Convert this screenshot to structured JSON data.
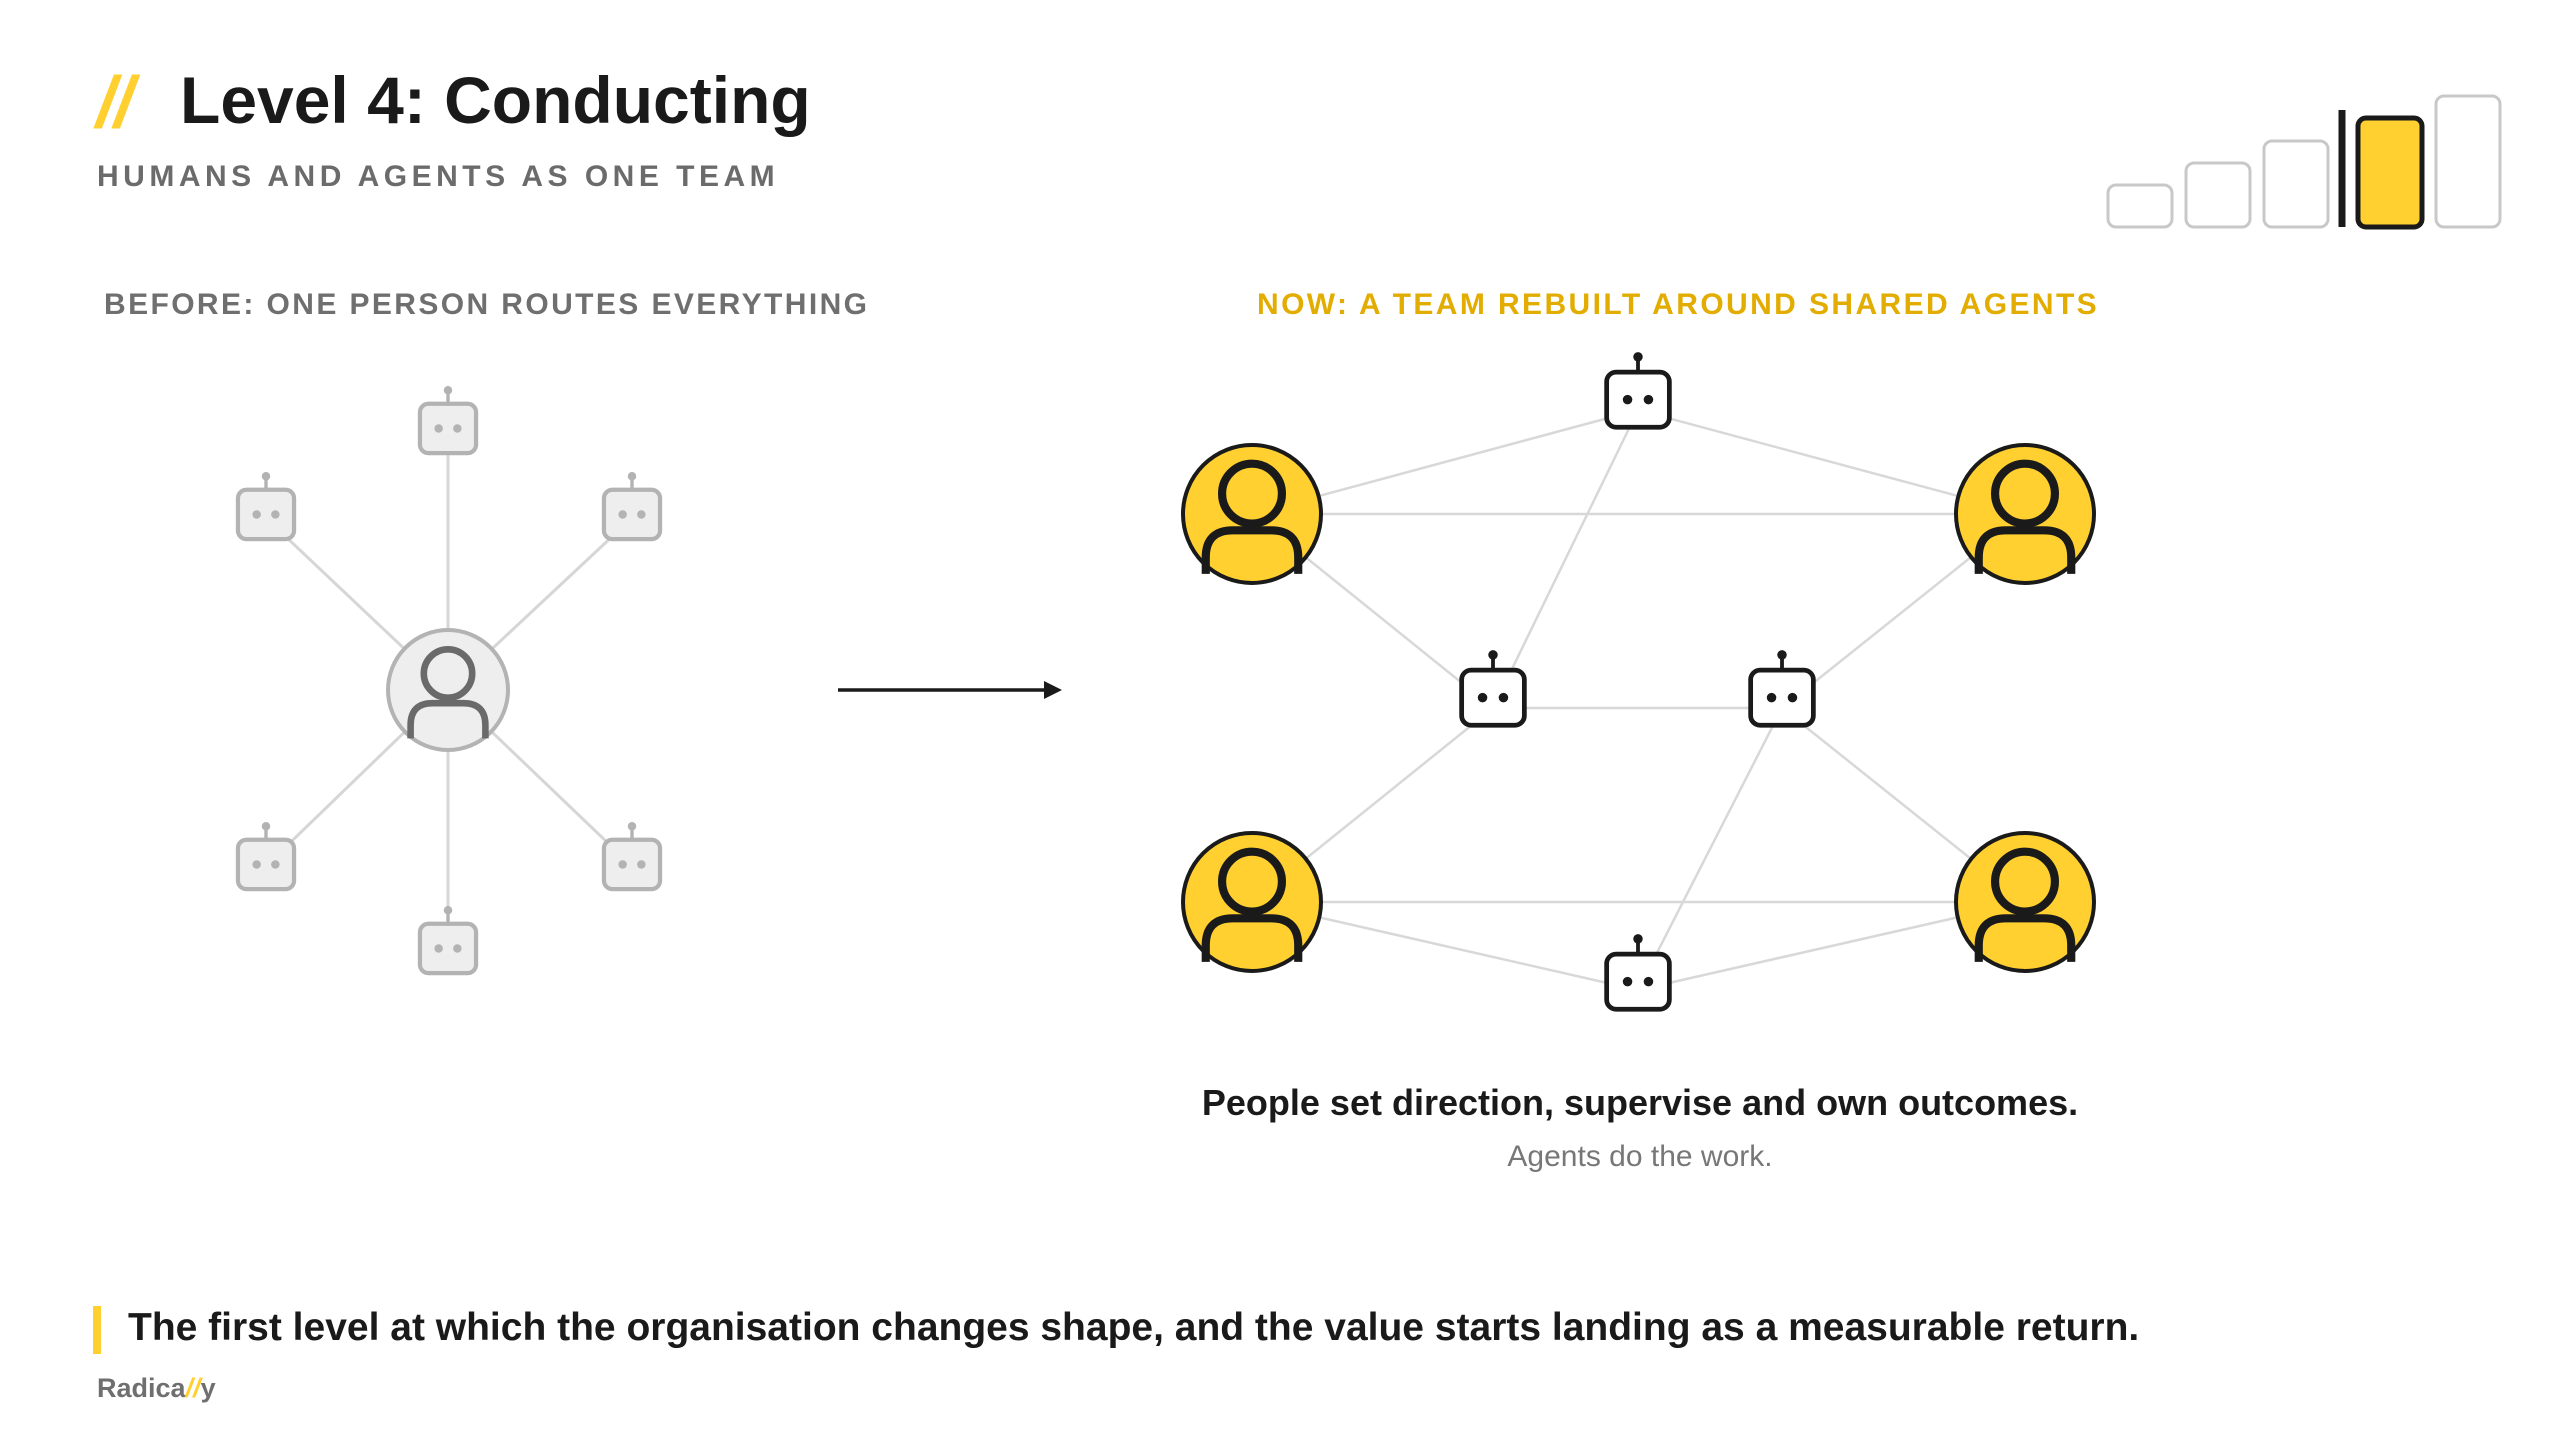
{
  "header": {
    "accent_mark": "//",
    "title": "Level 4: Conducting",
    "subtitle": "HUMANS AND AGENTS AS ONE TEAM"
  },
  "level_indicator": {
    "total_levels": 5,
    "current_level": 4
  },
  "before_panel": {
    "label": "BEFORE: ONE PERSON ROUTES EVERYTHING",
    "center": "person-icon",
    "spokes": [
      "robot-icon",
      "robot-icon",
      "robot-icon",
      "robot-icon",
      "robot-icon",
      "robot-icon"
    ]
  },
  "now_panel": {
    "label": "NOW: A TEAM REBUILT AROUND SHARED AGENTS",
    "people": 4,
    "agents": 4,
    "caption_main": "People set direction, supervise and own outcomes.",
    "caption_sub": "Agents do the work."
  },
  "footer": {
    "text": "The first level at which the organisation changes shape, and the value starts landing as a measurable return.",
    "brand_prefix": "Radica",
    "brand_accent": "//",
    "brand_suffix": "y"
  },
  "colors": {
    "accent": "#ffd02f",
    "accent_text": "#e2ac00",
    "text": "#1a1a1a",
    "muted": "#6f6f6f",
    "faded_icon": "#b0b0b0",
    "line": "#d8d8d8"
  }
}
